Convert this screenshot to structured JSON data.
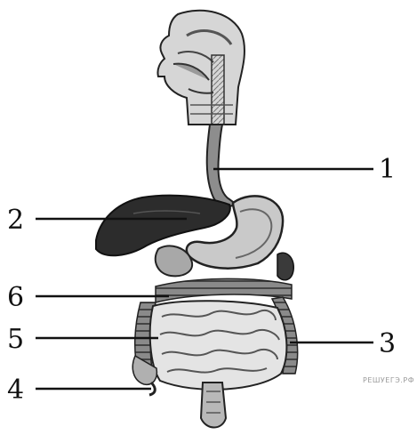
{
  "diagram": {
    "labels": [
      "1",
      "2",
      "3",
      "4",
      "5",
      "6"
    ],
    "watermark": "РЕШУЕГЭ.РФ"
  }
}
